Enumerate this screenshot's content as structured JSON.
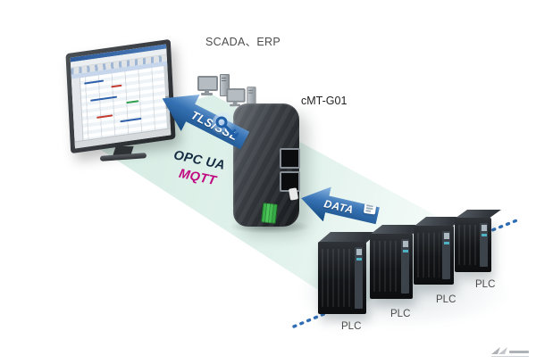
{
  "diagram": {
    "scada_erp_label": "SCADA、ERP",
    "device_label": "cMT-G01",
    "tls_arrow_label": "TLS/SSL",
    "protocol_opcua": "OPC UA",
    "protocol_mqtt": "MQTT",
    "data_arrow_label": "DATA",
    "plcs": [
      {
        "label": "PLC"
      },
      {
        "label": "PLC"
      },
      {
        "label": "PLC"
      },
      {
        "label": "PLC"
      }
    ]
  },
  "icons": {
    "security_key": "key-icon",
    "data_document": "document-icon",
    "scada_workstations": "workstation-icon",
    "scada_monitor": "scada-monitor-screen"
  },
  "colors": {
    "arrow_blue": "#3672b4",
    "arrow_blue_dark": "#14497f",
    "mqtt_text": "#c10980",
    "opcua_text": "#142a40",
    "beam_teal": "#d5ece3",
    "device_body": "#2b2f33",
    "plc_body": "#17191c",
    "connector_green": "#35b44a",
    "dotted_line_blue": "#2f6db5",
    "key_blue": "#1f5fa8"
  }
}
